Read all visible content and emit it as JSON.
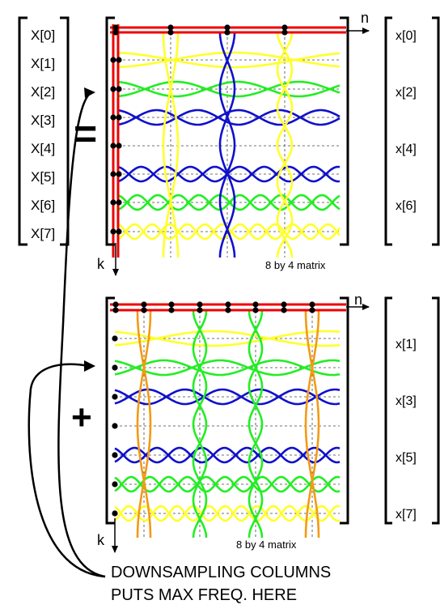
{
  "output_vector": {
    "labels": [
      "X[0]",
      "X[1]",
      "X[2]",
      "X[3]",
      "X[4]",
      "X[5]",
      "X[6]",
      "X[7]"
    ]
  },
  "operators": {
    "equals": "=",
    "plus": "+"
  },
  "top_matrix": {
    "caption": "8 by 4 matrix",
    "axis_n": "n",
    "axis_k": "k",
    "input_labels": [
      "x[0]",
      "x[2]",
      "x[4]",
      "x[6]"
    ]
  },
  "bottom_matrix": {
    "caption": "8 by 4 matrix",
    "axis_n": "n",
    "axis_k": "k",
    "input_labels": [
      "x[1]",
      "x[3]",
      "x[5]",
      "x[7]"
    ]
  },
  "annotation": {
    "line1": "DOWNSAMPLING COLUMNS",
    "line2": "PUTS MAX FREQ. HERE"
  },
  "colors": {
    "axis_red": "#ee0000",
    "row_orange": "#f39a14",
    "row_yellow": "#ffff2a",
    "row_green": "#22ee22",
    "row_blue": "#1010cc",
    "dots": "#000000",
    "grid": "#444444"
  }
}
